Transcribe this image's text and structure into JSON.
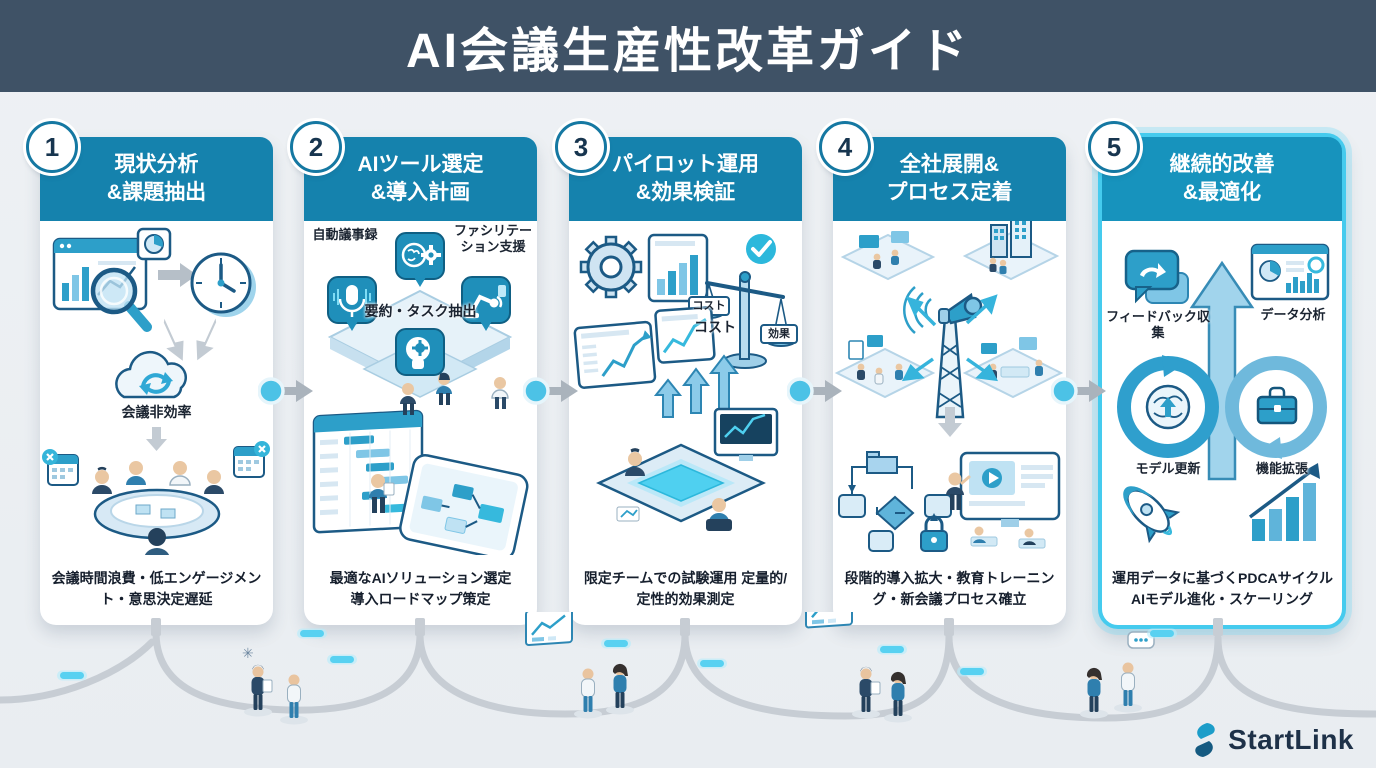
{
  "header": {
    "title": "AI会議生産性改革ガイド"
  },
  "steps": [
    {
      "number": "1",
      "title_line1": "現状分析",
      "title_line2": "&課題抽出",
      "caption": "会議時間浪費・低エンゲージメント・意思決定遅延",
      "labels": {
        "cloud": "会議非効率"
      }
    },
    {
      "number": "2",
      "title_line1": "AIツール選定",
      "title_line2": "&導入計画",
      "caption": "最適なAIソリューション選定 導入ロードマップ策定",
      "labels": {
        "auto_minutes": "自動議事録",
        "facilitation": "ファシリテーション支援",
        "summary_task": "要約・タスク抽出"
      }
    },
    {
      "number": "3",
      "title_line1": "パイロット運用",
      "title_line2": "&効果検証",
      "caption": "限定チームでの試験運用 定量的/定性的効果測定",
      "labels": {
        "cost_tag": "コスト",
        "cost": "コスト",
        "effect": "効果"
      }
    },
    {
      "number": "4",
      "title_line1": "全社展開&",
      "title_line2": "プロセス定着",
      "caption": "段階的導入拡大・教育トレーニング・新会議プロセス確立",
      "labels": {}
    },
    {
      "number": "5",
      "title_line1": "継続的改善",
      "title_line2": "&最適化",
      "highlighted": true,
      "caption": "運用データに基づくPDCAサイクル AIモデル進化・スケーリング",
      "labels": {
        "feedback": "フィードバック収集",
        "data_analysis": "データ分析",
        "model_update": "モデル更新",
        "feature_expansion": "機能拡張"
      }
    }
  ],
  "footer": {
    "brand": "StartLink"
  },
  "colors": {
    "header_bg": "#3f5266",
    "card_header": "#1582ad",
    "highlight_border": "#45cbee",
    "flow_dot": "#4cc2e6"
  }
}
